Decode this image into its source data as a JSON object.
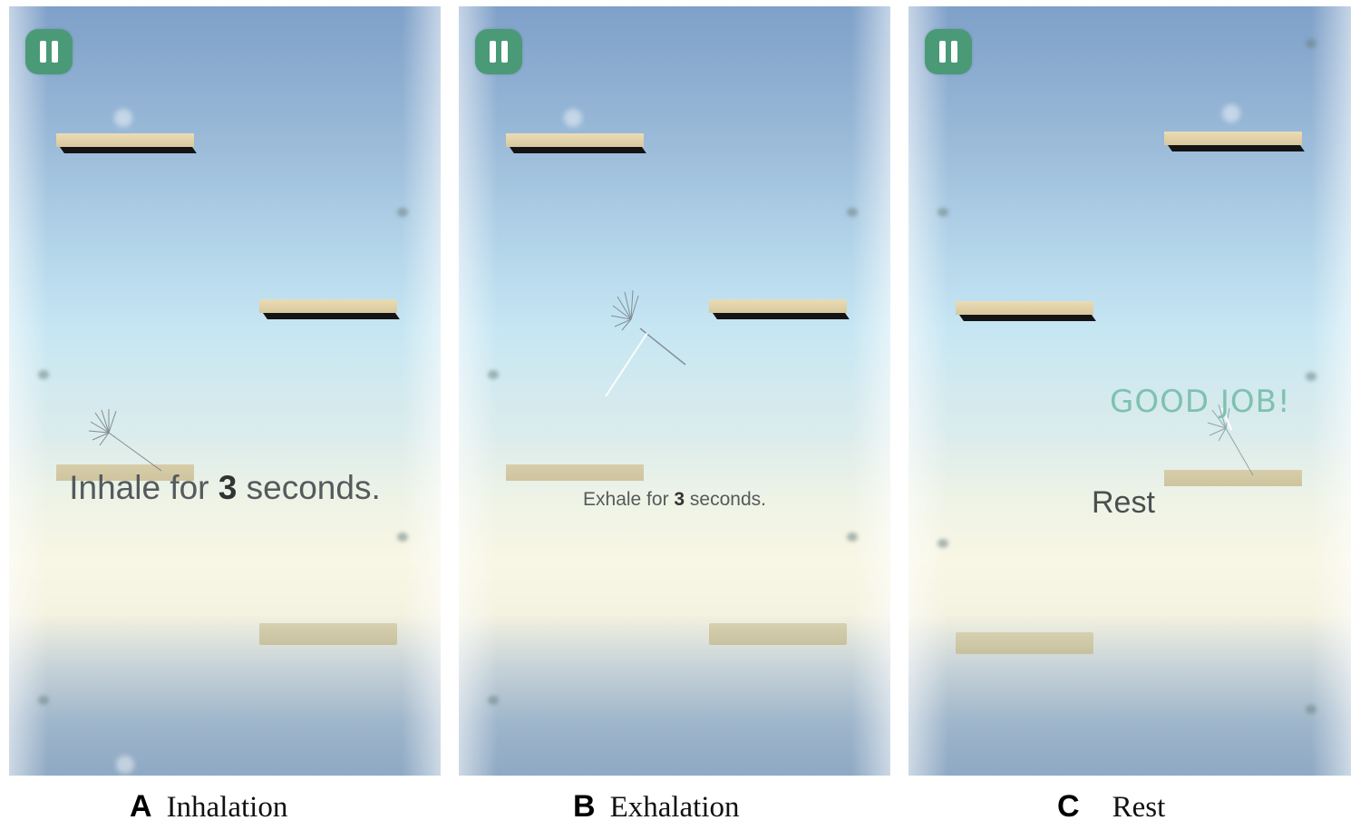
{
  "colors": {
    "pause_button": "#4a9a78",
    "platform_top": "#e3d3aa",
    "platform_shadow": "#141414",
    "good_job": "#7fc1b0",
    "instruction_text": "#555a5c"
  },
  "panels": [
    {
      "id": "A",
      "caption_letter": "A",
      "caption_label": "Inhalation",
      "pause_icon": "pause-icon",
      "instruction": {
        "prefix": "Inhale for ",
        "count": "3",
        "suffix": " seconds."
      }
    },
    {
      "id": "B",
      "caption_letter": "B",
      "caption_label": "Exhalation",
      "pause_icon": "pause-icon",
      "instruction": {
        "prefix": "Exhale for ",
        "count": "3",
        "suffix": " seconds."
      }
    },
    {
      "id": "C",
      "caption_letter": "C",
      "caption_label": "Rest",
      "pause_icon": "pause-icon",
      "feedback": "GOOD JOB!",
      "status": "Rest"
    }
  ]
}
